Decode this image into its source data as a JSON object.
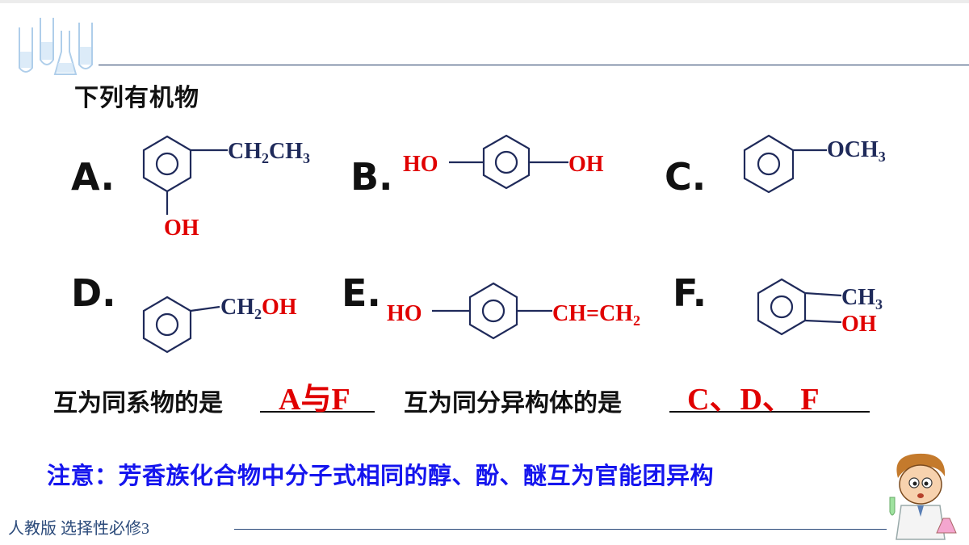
{
  "slide": {
    "title": "下列有机物",
    "options": [
      {
        "letter": "A.",
        "groups": [
          "CH2CH3",
          "OH"
        ]
      },
      {
        "letter": "B.",
        "groups": [
          "HO",
          "OH"
        ]
      },
      {
        "letter": "C.",
        "groups": [
          "OCH3"
        ]
      },
      {
        "letter": "D.",
        "groups": [
          "CH2OH"
        ]
      },
      {
        "letter": "E.",
        "groups": [
          "HO",
          "CH=CH2"
        ]
      },
      {
        "letter": "F.",
        "groups": [
          "CH3",
          "OH"
        ]
      }
    ],
    "questions": [
      {
        "prompt": "互为同系物的是",
        "answer": "A与F"
      },
      {
        "prompt": "互为同分异构体的是",
        "answer": "C、D、 F"
      }
    ],
    "note": "注意：芳香族化合物中分子式相同的醇、酚、醚互为官能团异构",
    "footer": "人教版 选择性必修3",
    "colors": {
      "structure": "#1f2a5a",
      "highlight": "#e00000",
      "note": "#1515ee",
      "line": "#1f3a66"
    },
    "icons": [
      "lab-glassware-icon",
      "scientist-cartoon-icon"
    ]
  }
}
